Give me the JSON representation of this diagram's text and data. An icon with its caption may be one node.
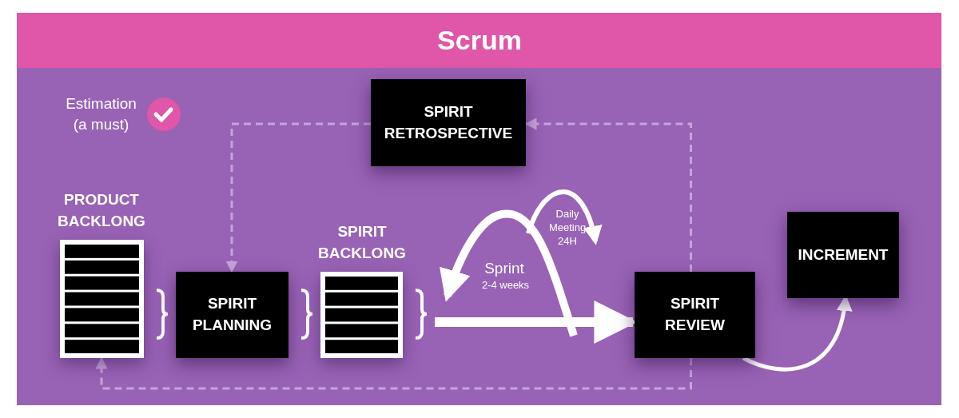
{
  "diagram": {
    "title": "Scrum",
    "nodes": [
      {
        "text": [
          "PRODUCT BACKLONG"
        ]
      },
      {
        "text": [
          "SPIRIT PLANNING"
        ]
      },
      {
        "text": [
          "SPIRIT BACKLONG"
        ]
      },
      {
        "text": [
          "SPIRIT RETROSPECTIVE"
        ]
      },
      {
        "text": [
          "SPIRIT REVIEW"
        ]
      },
      {
        "text": [
          "INCREMENT"
        ]
      }
    ],
    "edges": [
      {
        "from": 3,
        "to": 1,
        "arrow": "to",
        "style": "dashed"
      },
      {
        "from": 4,
        "to": 3,
        "arrow": "to",
        "style": "dashed"
      },
      {
        "from": 4,
        "to": 0,
        "arrow": "to",
        "style": "dashed"
      },
      {
        "from": 2,
        "to": 4,
        "arrow": "to",
        "style": "thick",
        "color": "#ffffff"
      },
      {
        "from": 4,
        "to": 5,
        "arrow": "to",
        "color": "#ffffff"
      }
    ],
    "labels": [
      "Estimation (a must)",
      "Sprint",
      "2-4 weeks",
      "Daily Meeting 24H"
    ]
  }
}
